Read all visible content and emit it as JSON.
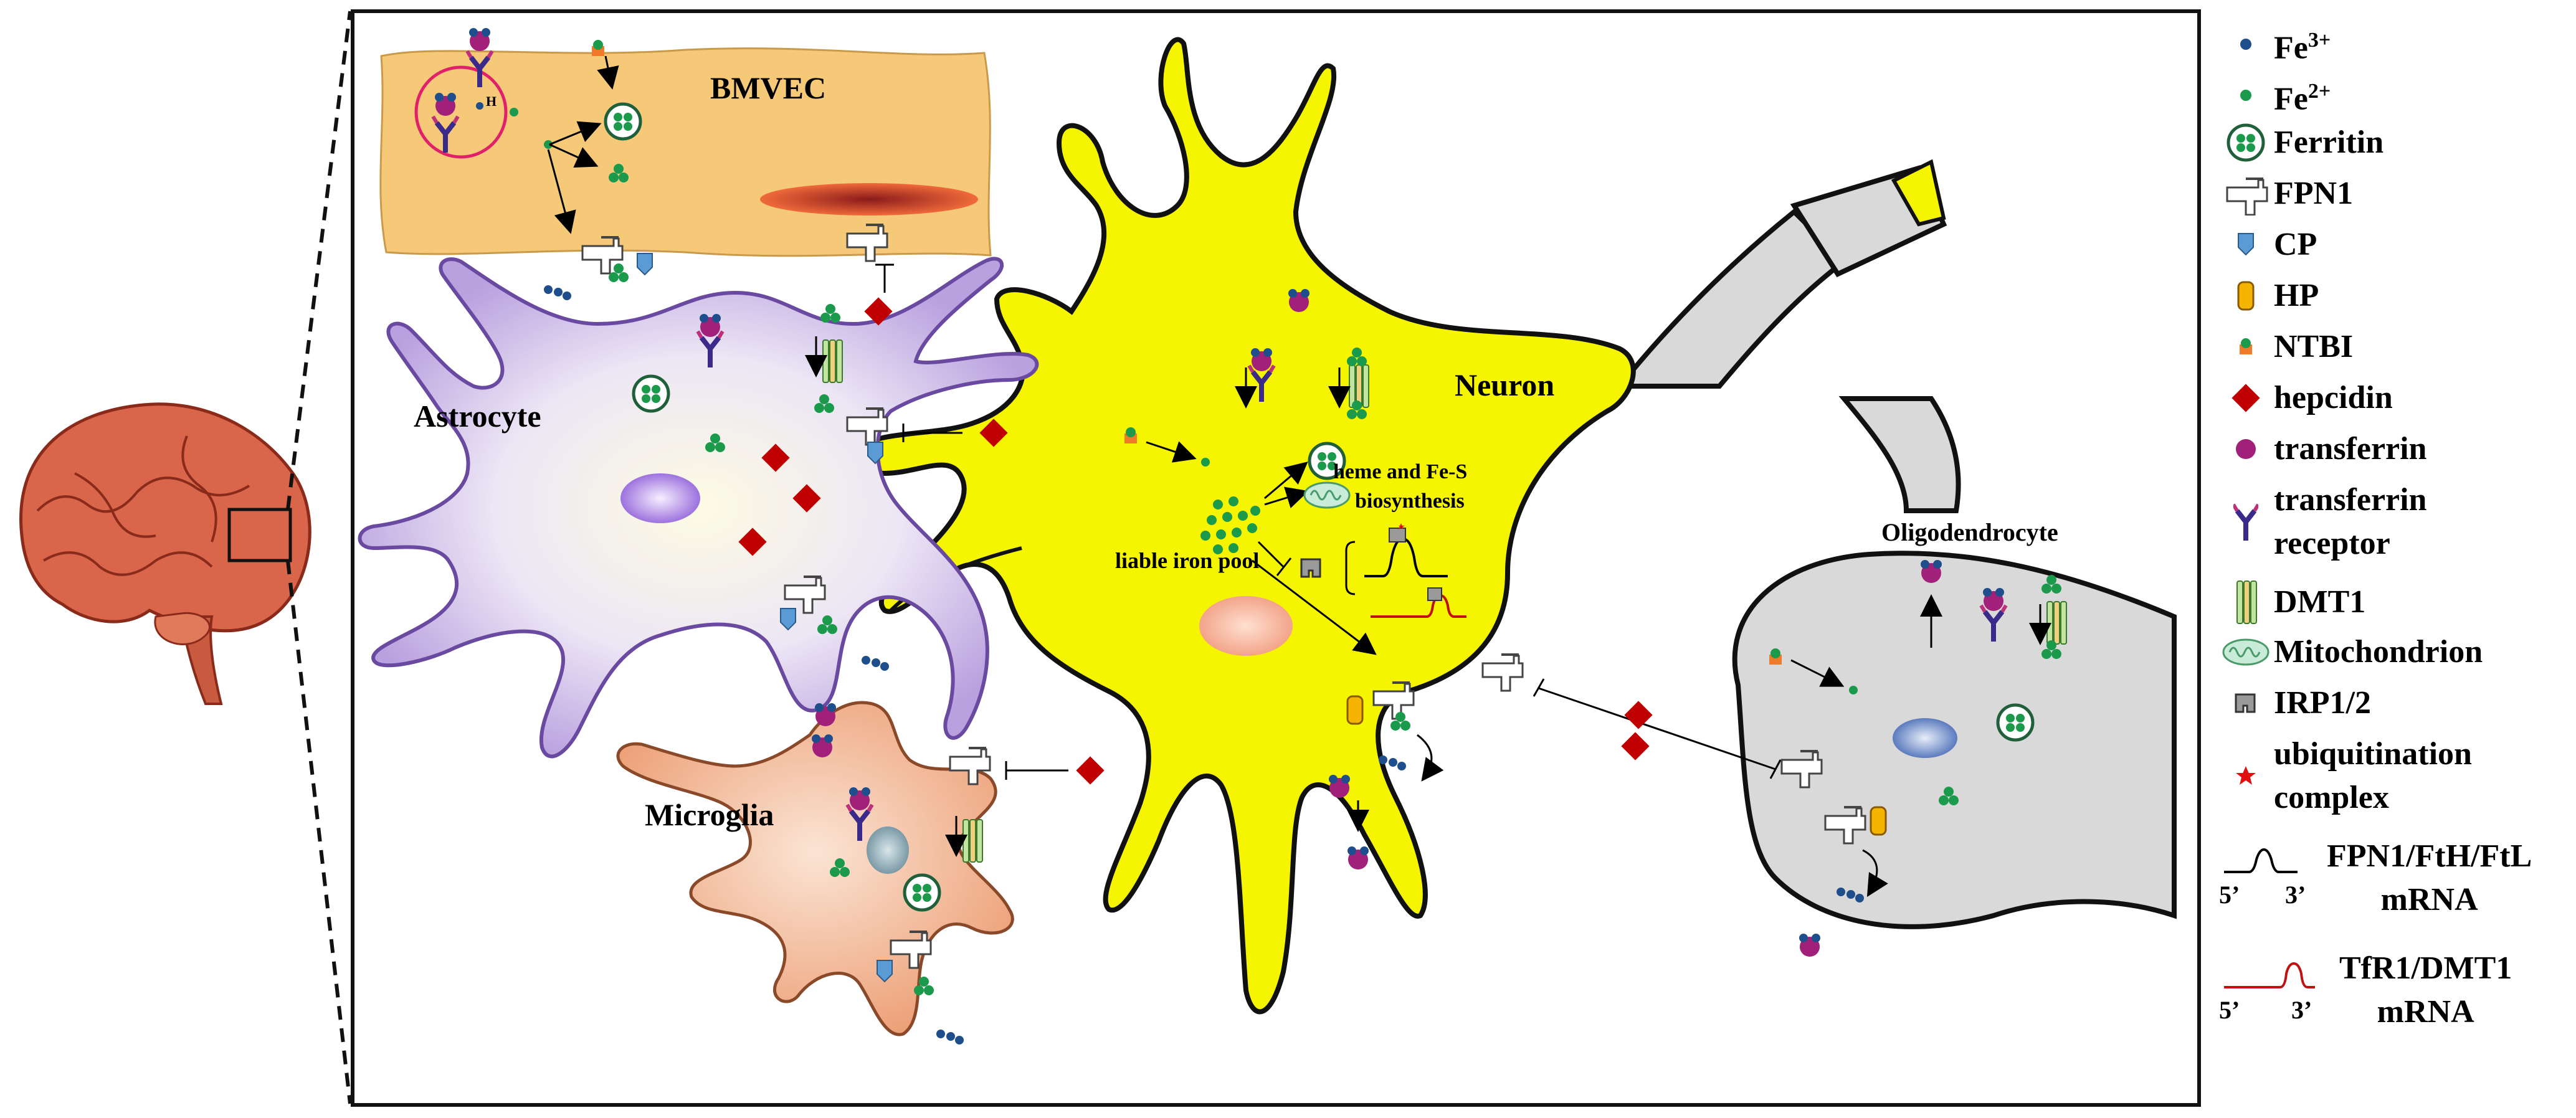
{
  "labels": {
    "bmvec": "BMVEC",
    "h_plus": "H",
    "astrocyte": "Astrocyte",
    "neuron": "Neuron",
    "microglia": "Microglia",
    "oligodendrocyte": "Oligodendrocyte",
    "heme_line1": "heme and Fe-S",
    "heme_line2": "biosynthesis",
    "labile_pool": "liable iron pool"
  },
  "legend": {
    "fe3_base": "Fe",
    "fe3_sup": "3+",
    "fe2_base": "Fe",
    "fe2_sup": "2+",
    "ferritin": "Ferritin",
    "fpn1": "FPN1",
    "cp": "CP",
    "hp": "HP",
    "ntbi": "NTBI",
    "hepcidin": "hepcidin",
    "transferrin": "transferrin",
    "tfr_line1": "transferrin",
    "tfr_line2": "receptor",
    "dmt1": "DMT1",
    "mitochondrion": "Mitochondrion",
    "irp": "IRP1/2",
    "ubiq_line1": "ubiquitination",
    "ubiq_line2": "complex",
    "mrna1_line1": "FPN1/FtH/FtL",
    "mrna1_line2": "mRNA",
    "mrna2_line1": "TfR1/DMT1",
    "mrna2_line2": "mRNA",
    "five_prime": "5’",
    "three_prime": "3’"
  },
  "colors": {
    "fe3": "#1f4e8c",
    "fe2": "#1a9a4a",
    "hepcidin": "#c00000",
    "transferrin": "#a0207a",
    "receptor": "#3a2a8a",
    "neuron": "#f5f500",
    "astrocyte": "#c9b3e6",
    "microglia": "#f0b08a",
    "oligodendrocyte": "#d9d9d9",
    "bmvec": "#f5c978"
  }
}
